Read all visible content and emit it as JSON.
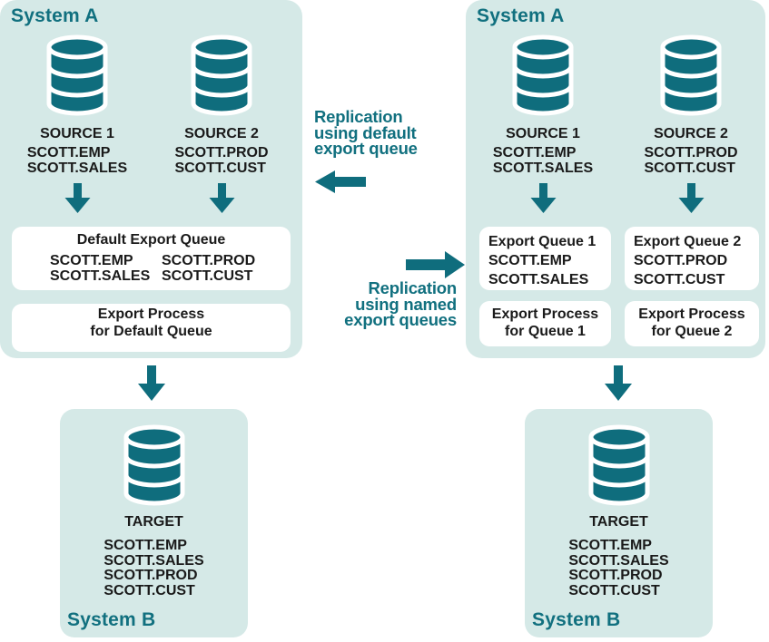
{
  "colors": {
    "teal": "#0f6d7d",
    "label_teal": "#11707f",
    "panel_bg": "#d5e9e7",
    "box_bg": "#ffffff",
    "text": "#1a1a1a"
  },
  "default_flow": {
    "system_a": {
      "label": "System A",
      "sources": [
        {
          "name": "SOURCE 1",
          "tables": [
            "SCOTT.EMP",
            "SCOTT.SALES"
          ]
        },
        {
          "name": "SOURCE 2",
          "tables": [
            "SCOTT.PROD",
            "SCOTT.CUST"
          ]
        }
      ],
      "queue": {
        "title": "Default Export Queue",
        "columns": [
          [
            "SCOTT.EMP",
            "SCOTT.SALES"
          ],
          [
            "SCOTT.PROD",
            "SCOTT.CUST"
          ]
        ]
      },
      "process": [
        "Export Process",
        "for Default Queue"
      ]
    },
    "system_b": {
      "label": "System B",
      "target_name": "TARGET",
      "tables": [
        "SCOTT.EMP",
        "SCOTT.SALES",
        "SCOTT.PROD",
        "SCOTT.CUST"
      ]
    }
  },
  "named_flow": {
    "system_a": {
      "label": "System A",
      "sources": [
        {
          "name": "SOURCE 1",
          "tables": [
            "SCOTT.EMP",
            "SCOTT.SALES"
          ]
        },
        {
          "name": "SOURCE 2",
          "tables": [
            "SCOTT.PROD",
            "SCOTT.CUST"
          ]
        }
      ],
      "queues": [
        {
          "title": "Export Queue 1",
          "tables": [
            "SCOTT.EMP",
            "SCOTT.SALES"
          ]
        },
        {
          "title": "Export Queue 2",
          "tables": [
            "SCOTT.PROD",
            "SCOTT.CUST"
          ]
        }
      ],
      "processes": [
        [
          "Export Process",
          "for Queue 1"
        ],
        [
          "Export Process",
          "for Queue 2"
        ]
      ]
    },
    "system_b": {
      "label": "System B",
      "target_name": "TARGET",
      "tables": [
        "SCOTT.EMP",
        "SCOTT.SALES",
        "SCOTT.PROD",
        "SCOTT.CUST"
      ]
    }
  },
  "middle": {
    "default_caption": [
      "Replication",
      "using default",
      "export queue"
    ],
    "named_caption": [
      "Replication",
      "using named",
      "export queues"
    ]
  }
}
